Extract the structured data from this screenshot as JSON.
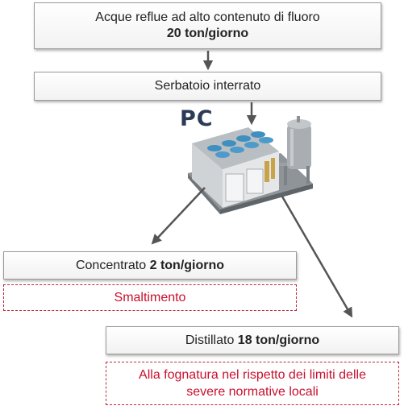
{
  "feed": {
    "line1": "Acque reflue ad alto contenuto di fluoro",
    "line2": "20 ton/giorno"
  },
  "tank": {
    "label": "Serbatoio interrato"
  },
  "machine": {
    "label": "PC"
  },
  "concentrate": {
    "label": "Concentrato",
    "amount": "2 ton/giorno"
  },
  "disposal": {
    "label": "Smaltimento"
  },
  "distillate": {
    "label": "Distillato",
    "amount": "18 ton/giorno"
  },
  "sewer_note": {
    "line1": "Alla fognatura nel rispetto dei limiti delle",
    "line2": "severe normative locali"
  },
  "colors": {
    "arrow": "#555555",
    "accent_red": "#c8102e",
    "box_border": "#9a9a9a",
    "pc_label": "#2b3a55"
  }
}
